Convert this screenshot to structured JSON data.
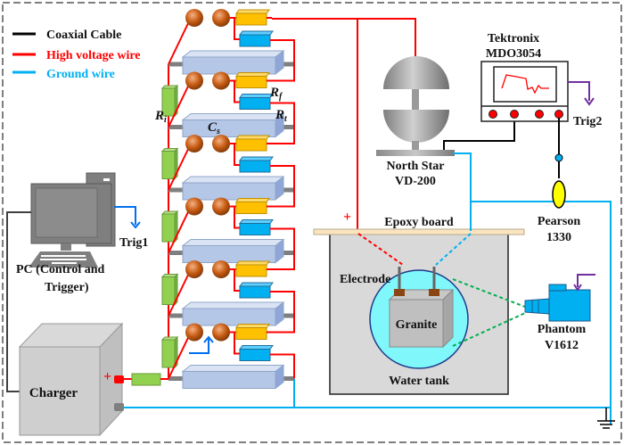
{
  "legend": {
    "items": [
      {
        "label": "Coaxial Cable",
        "color": "#000000"
      },
      {
        "label": "High voltage wire",
        "color": "#ff0000"
      },
      {
        "label": "Ground wire",
        "color": "#00b0f0"
      }
    ]
  },
  "labels": {
    "ri": "R",
    "ri_sub": "i",
    "rf": "R",
    "rf_sub": "f",
    "rt": "R",
    "rt_sub": "t",
    "cs": "C",
    "cs_sub": "s",
    "pc_line1": "PC (Control and",
    "pc_line2": "Trigger)",
    "trig1": "Trig1",
    "trig2": "Trig2",
    "charger": "Charger",
    "charger_plus": "+",
    "tank_plus": "+",
    "scope_line1": "Tektronix",
    "scope_line2": "MDO3054",
    "divider_line1": "North Star",
    "divider_line2": "VD-200",
    "pearson_line1": "Pearson",
    "pearson_line2": "1330",
    "epoxy": "Epoxy board",
    "electrode": "Electrode",
    "granite": "Granite",
    "water_tank": "Water tank",
    "camera_line1": "Phantom",
    "camera_line2": "V1612"
  },
  "colors": {
    "hv": "#ff0000",
    "ground": "#00b0f0",
    "coax": "#000000",
    "trigger_blue": "#0070f0",
    "trigger_purple": "#7030a0",
    "capacitor": "#b4c7e7",
    "sphere": "#c55a11",
    "rf": "#ffc000",
    "rt": "#00b0f0",
    "ri": "#92d050",
    "water": "#7ff7fb",
    "tank": "#d9d9d9",
    "camera": "#00b0f0",
    "probe": "#ffff00"
  },
  "marx": {
    "stages": 6
  }
}
